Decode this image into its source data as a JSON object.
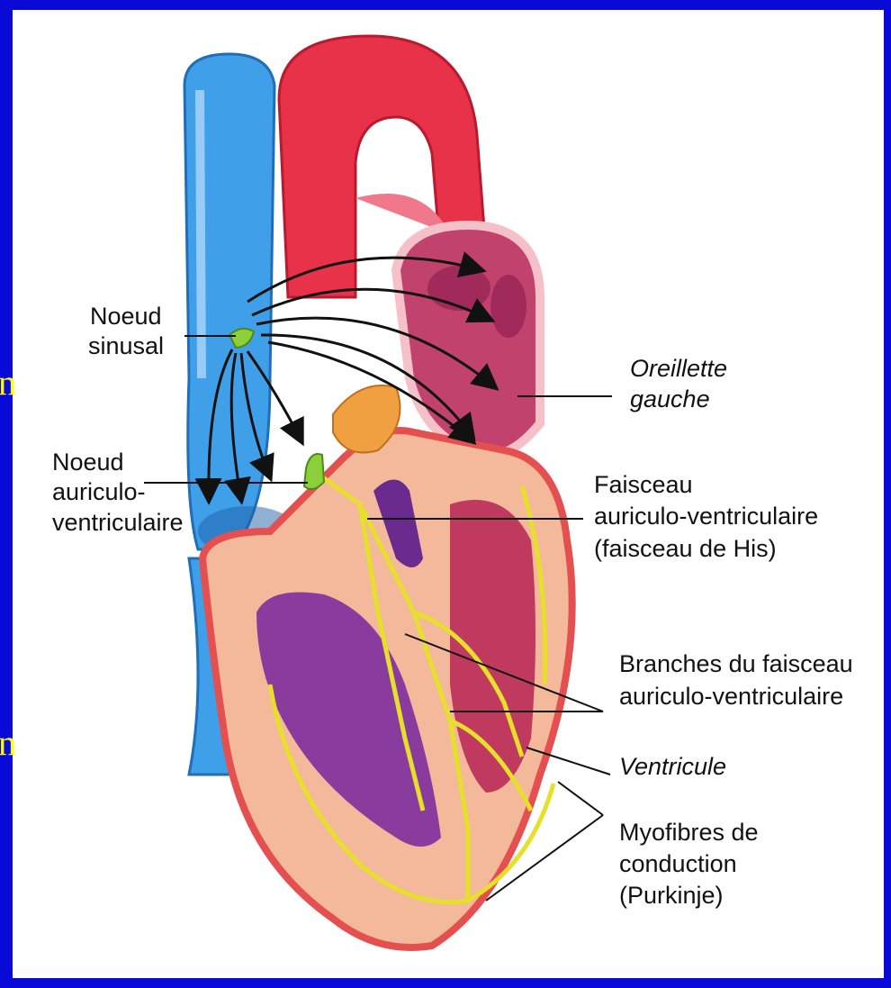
{
  "labels": {
    "noeud_sinusal": [
      "Noeud",
      "sinusal"
    ],
    "noeud_av": [
      "Noeud",
      "auriculo-",
      "ventriculaire"
    ],
    "oreillette": [
      "Oreillette",
      "gauche"
    ],
    "faisceau_his": [
      "Faisceau",
      "auriculo-ventriculaire",
      "(faisceau de His)"
    ],
    "branches": [
      "Branches du faisceau",
      "auriculo-ventriculaire"
    ],
    "ventricule": "Ventricule",
    "myofibres": [
      "Myofibres de",
      "conduction",
      "(Purkinje)"
    ]
  },
  "left_fragments": [
    "n",
    "n"
  ],
  "colors": {
    "frame_blue": "#0a0ad8",
    "vein_blue": "#3f9fe8",
    "aorta_red": "#e8324a",
    "myocardium": "#f4b89a",
    "conduction_yellow": "#e6e02a",
    "node_green": "#8ccf3a"
  }
}
